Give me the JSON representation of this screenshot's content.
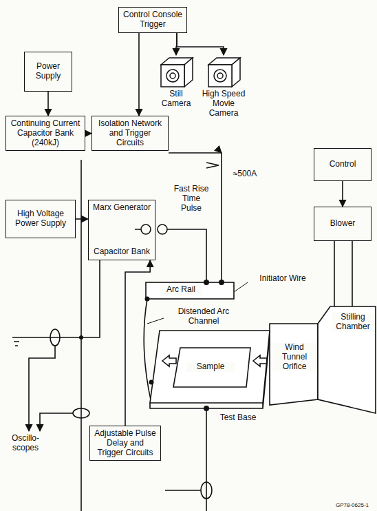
{
  "diagram": {
    "nodes": [
      {
        "text": [
          "Control Console Trigger"
        ]
      },
      {
        "text": [
          "Power Supply"
        ]
      },
      {
        "text": [
          "Still Camera"
        ]
      },
      {
        "text": [
          "High Speed Movie Camera"
        ]
      },
      {
        "text": [
          "Continuing Current Capacitor Bank (240kJ)"
        ]
      },
      {
        "text": [
          "Isolation Network and Trigger Circuits"
        ]
      },
      {
        "text": [
          "Control"
        ]
      },
      {
        "text": [
          "High Voltage Power Supply"
        ]
      },
      {
        "text": [
          "Marx Generator",
          "Capacitor Bank"
        ]
      },
      {
        "text": [
          "Blower"
        ]
      },
      {
        "text": [
          "Adjustable Pulse Delay and Trigger Circuits"
        ]
      }
    ],
    "edges": [
      {
        "from": 0,
        "to": 2,
        "arrow": "to"
      },
      {
        "from": 0,
        "to": 3,
        "arrow": "to"
      },
      {
        "from": 0,
        "to": 5,
        "arrow": "to"
      },
      {
        "from": 1,
        "to": 4,
        "arrow": "to"
      },
      {
        "from": 4,
        "to": 5,
        "arrow": "to"
      },
      {
        "from": 6,
        "to": 9,
        "arrow": "to"
      },
      {
        "from": 7,
        "to": 8,
        "arrow": "to"
      },
      {
        "from": 10,
        "to": 8,
        "arrow": "to"
      }
    ],
    "labels": [
      "Fast Rise Time Pulse",
      "≈500A",
      "Arc Rail",
      "Initiator Wire",
      "Distended Arc Channel",
      "Sample",
      "Wind Tunnel Orifice",
      "Stilling Chamber",
      "Test Base",
      "Oscillo- scopes",
      "GP78-0625-1"
    ]
  }
}
